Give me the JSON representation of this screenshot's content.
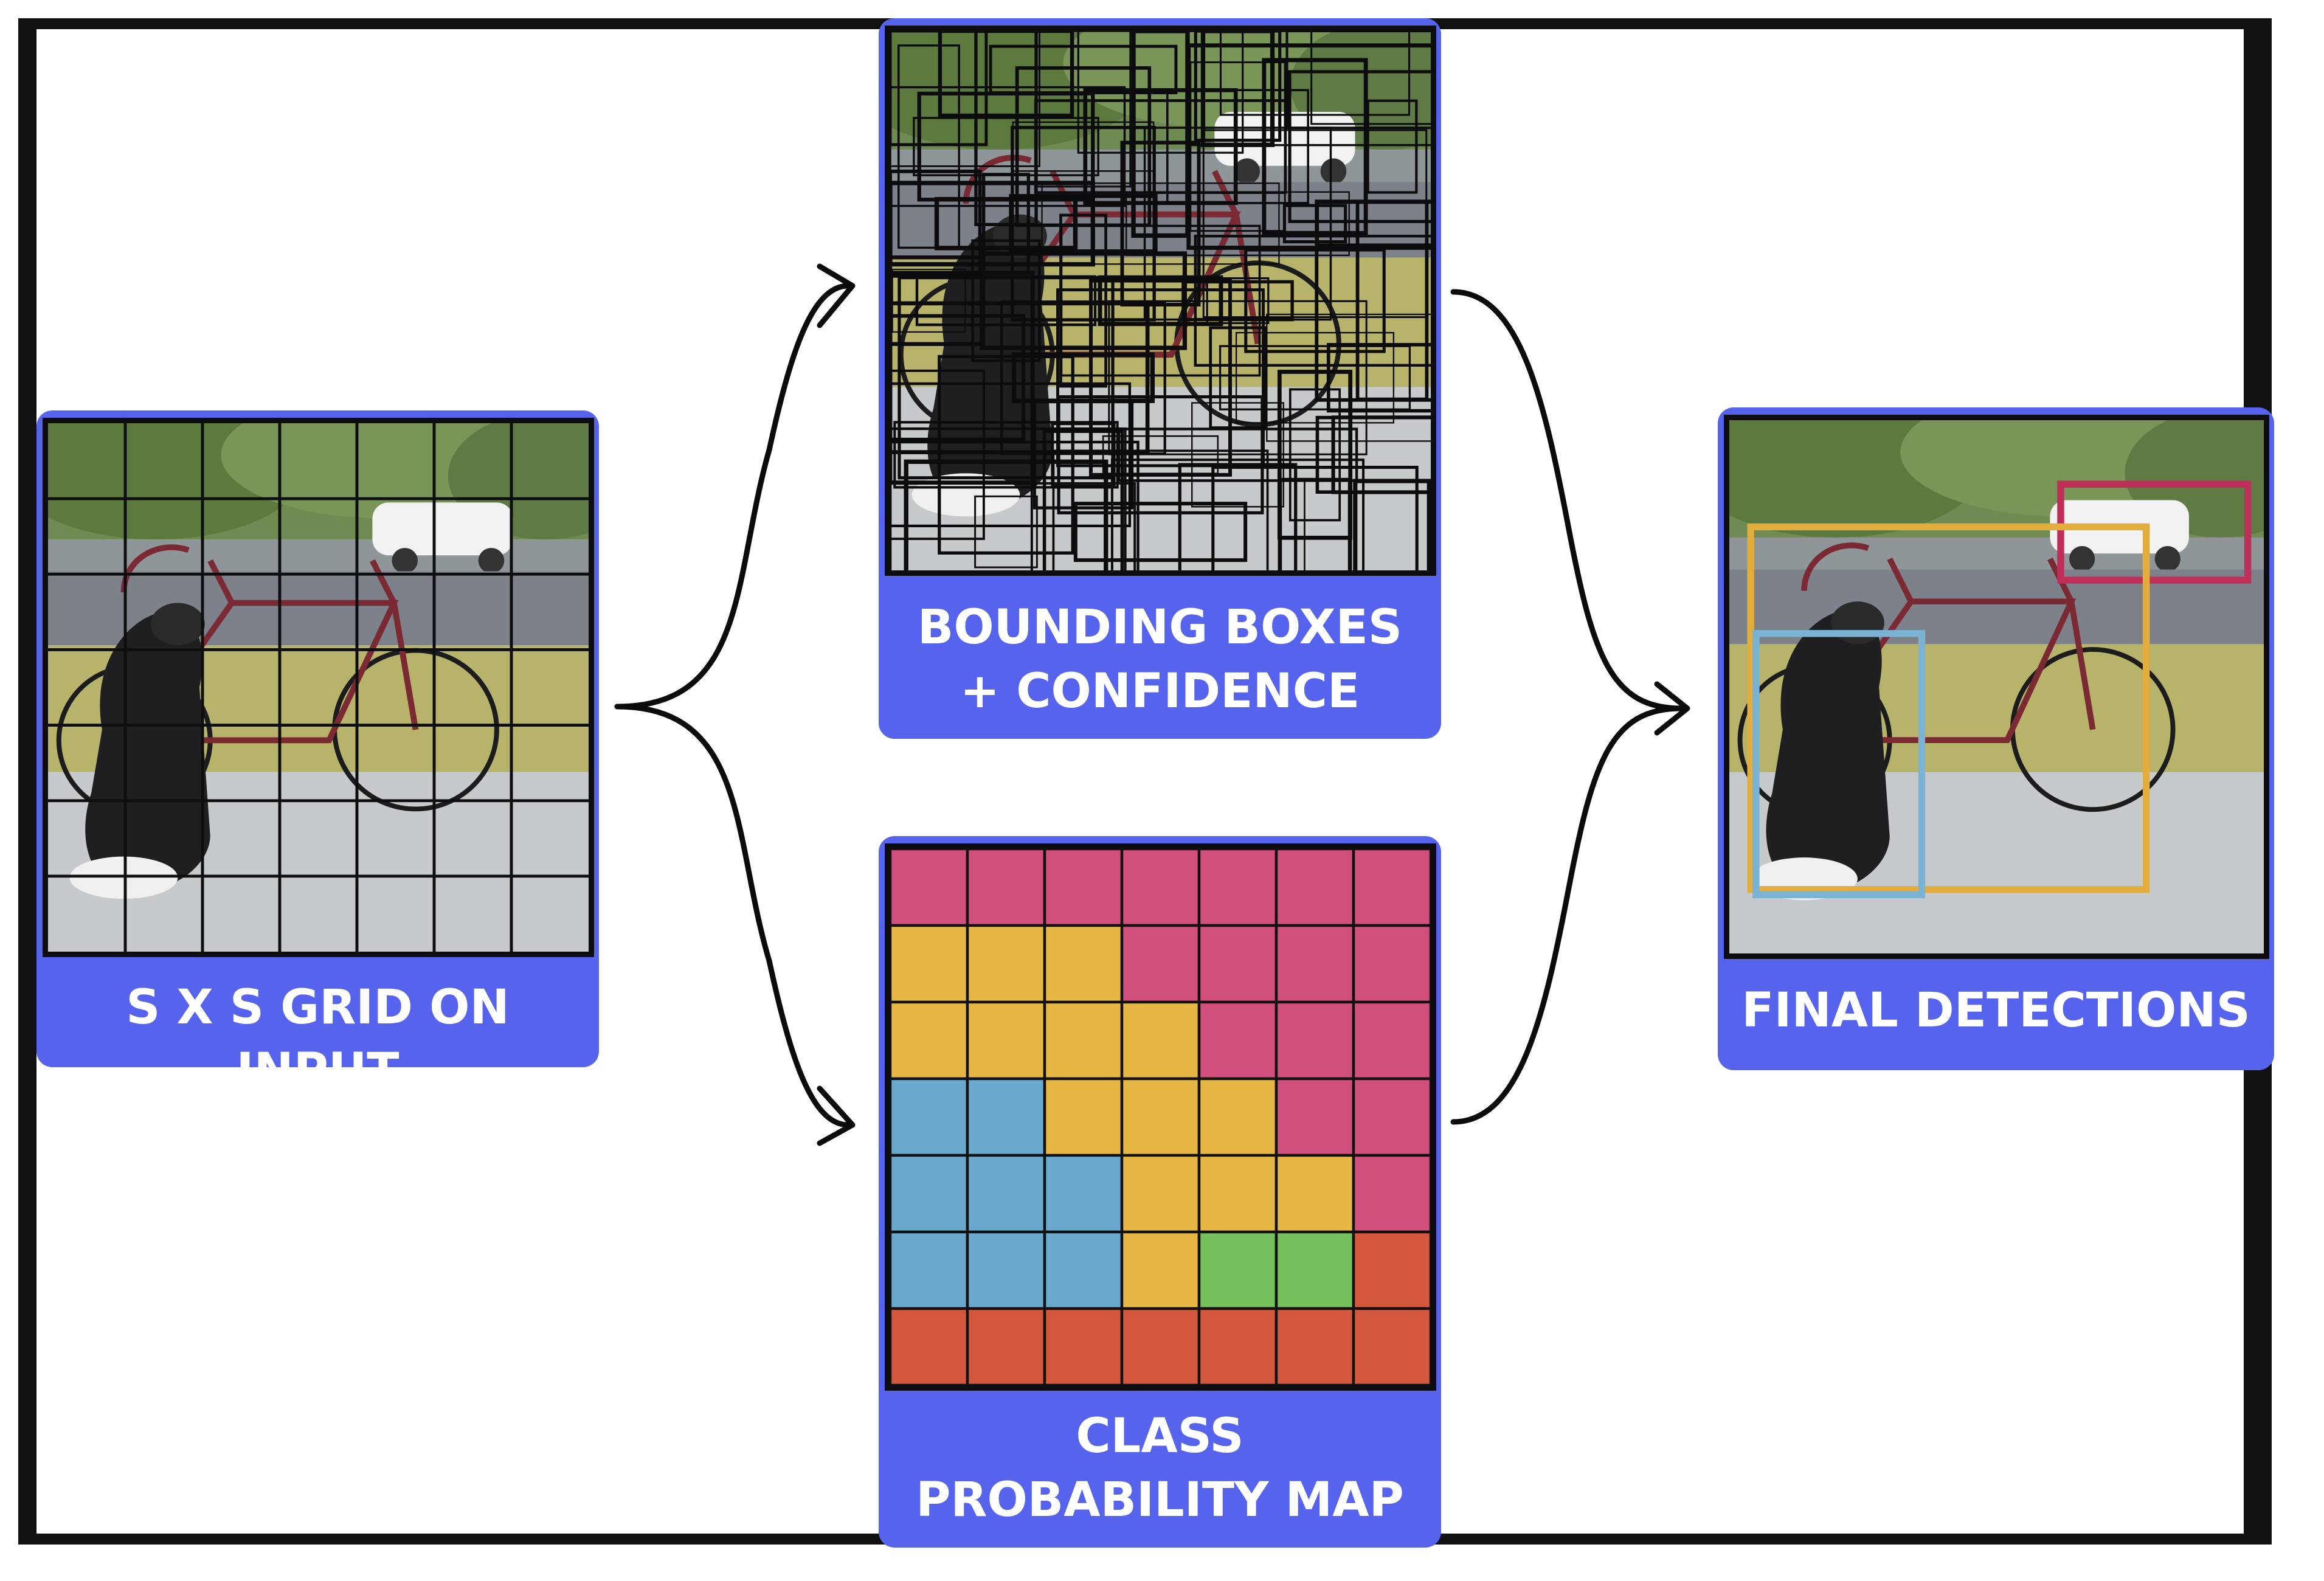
{
  "labels": {
    "grid": "S X S GRID ON INPUT",
    "bbox_line1": "BOUNDING BOXES",
    "bbox_line2": "+ CONFIDENCE",
    "class_line1": "CLASS",
    "class_line2": "PROBABILITY MAP",
    "final": "FINAL DETECTIONS"
  },
  "colors": {
    "panel": "#5663ec",
    "frame": "#111111",
    "arrow": "#0b0b0b",
    "dog_box": "#7ab3d3",
    "bike_box": "#e3ad3e",
    "car_box": "#c02f59"
  },
  "grid": {
    "size": 7
  },
  "class_map": {
    "colors": {
      "M": "#d14f7c",
      "Y": "#e7b746",
      "B": "#6aa9cd",
      "G": "#74c05a",
      "R": "#d3573d"
    },
    "rows": [
      [
        "M",
        "M",
        "M",
        "M",
        "M",
        "M",
        "M"
      ],
      [
        "Y",
        "Y",
        "Y",
        "M",
        "M",
        "M",
        "M"
      ],
      [
        "Y",
        "Y",
        "Y",
        "Y",
        "M",
        "M",
        "M"
      ],
      [
        "B",
        "B",
        "Y",
        "Y",
        "Y",
        "M",
        "M"
      ],
      [
        "B",
        "B",
        "B",
        "Y",
        "Y",
        "Y",
        "M"
      ],
      [
        "B",
        "B",
        "B",
        "Y",
        "G",
        "G",
        "R"
      ],
      [
        "R",
        "R",
        "R",
        "R",
        "R",
        "R",
        "R"
      ]
    ]
  }
}
